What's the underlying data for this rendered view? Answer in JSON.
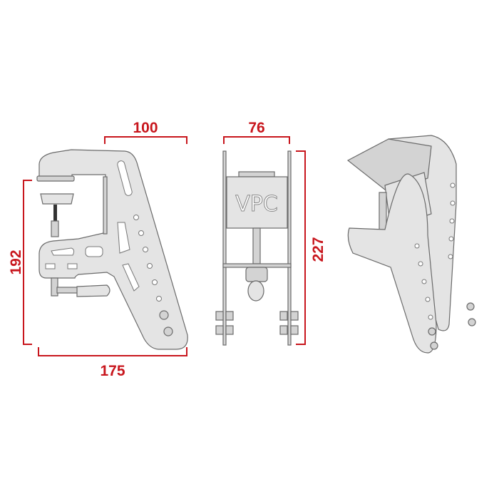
{
  "dimensions": {
    "side_top_width": "100",
    "front_width": "76",
    "side_height": "192",
    "front_height": "227",
    "side_total_width": "175"
  },
  "front_view": {
    "logo": "VPC"
  },
  "colors": {
    "dimension": "#c8161d",
    "part": "#e4e4e4",
    "outline": "#6a6a6a"
  }
}
